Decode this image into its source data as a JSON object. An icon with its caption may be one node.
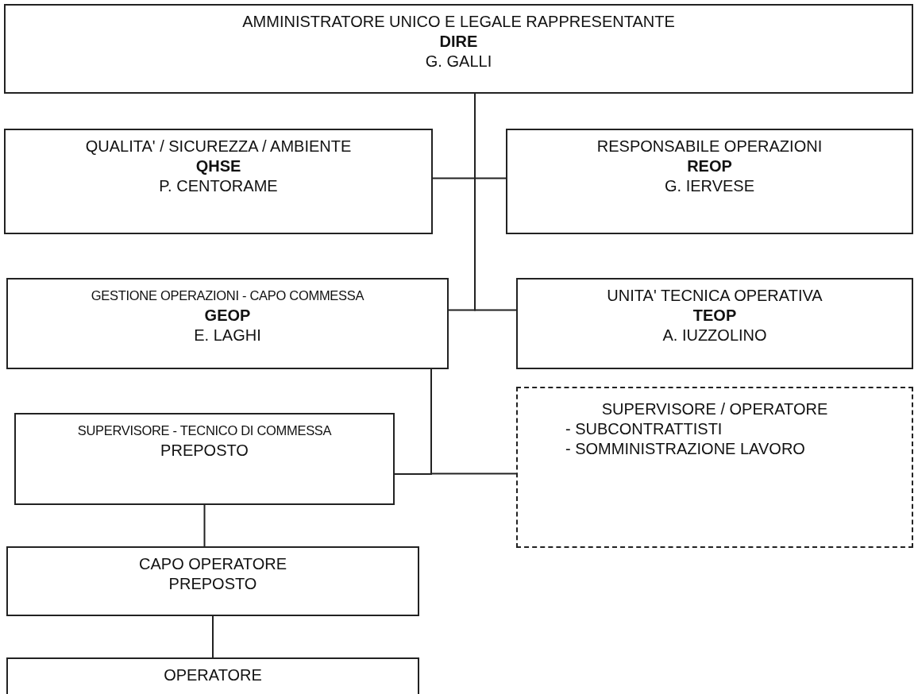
{
  "diagram": {
    "nodes": [
      {
        "text": [
          "AMMINISTRATORE UNICO E LEGALE RAPPRESENTANTE",
          "DIRE",
          "G. GALLI"
        ]
      },
      {
        "text": [
          "QUALITA' / SICUREZZA / AMBIENTE",
          "QHSE",
          "P. CENTORAME"
        ]
      },
      {
        "text": [
          "RESPONSABILE OPERAZIONI",
          "REOP",
          "G. IERVESE"
        ]
      },
      {
        "text": [
          "GESTIONE OPERAZIONI - CAPO COMMESSA",
          "GEOP",
          "E. LAGHI"
        ]
      },
      {
        "text": [
          "UNITA' TECNICA OPERATIVA",
          "TEOP",
          "A. IUZZOLINO"
        ]
      },
      {
        "text": [
          "SUPERVISORE - TECNICO DI COMMESSA",
          "PREPOSTO"
        ]
      },
      {
        "text": [
          "SUPERVISORE / OPERATORE",
          "- SUBCONTRATTISTI",
          "- SOMMINISTRAZIONE LAVORO"
        ]
      },
      {
        "text": [
          "CAPO OPERATORE",
          "PREPOSTO"
        ]
      },
      {
        "text": [
          "OPERATORE"
        ]
      }
    ],
    "edges": [
      {
        "from": 0,
        "to": 1,
        "arrow": "none"
      },
      {
        "from": 0,
        "to": 2,
        "arrow": "none"
      },
      {
        "from": 0,
        "to": 3,
        "arrow": "none"
      },
      {
        "from": 0,
        "to": 4,
        "arrow": "none"
      },
      {
        "from": 3,
        "to": 5,
        "arrow": "none"
      },
      {
        "from": 3,
        "to": 6,
        "arrow": "none"
      },
      {
        "from": 5,
        "to": 7,
        "arrow": "none"
      },
      {
        "from": 7,
        "to": 8,
        "arrow": "none"
      }
    ]
  }
}
